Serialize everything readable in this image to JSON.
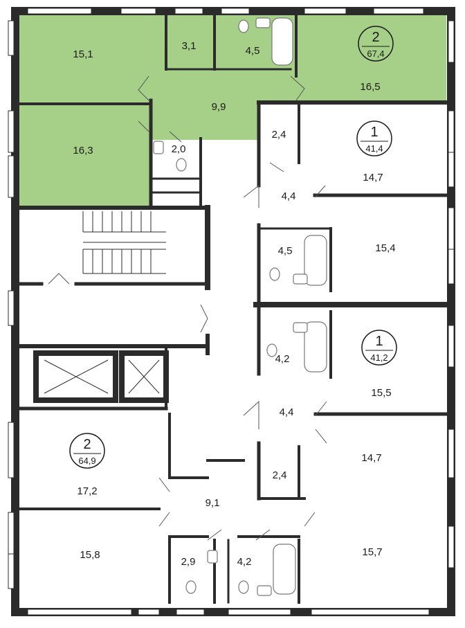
{
  "colors": {
    "wall": "#2b2b2b",
    "highlight": "#a6cf87",
    "window": "#ffffff",
    "fixture": "#ffffff"
  },
  "apartments": [
    {
      "id": "apt-top-left",
      "rooms": "2",
      "area": "67,4",
      "highlighted": true
    },
    {
      "id": "apt-right-upper",
      "rooms": "1",
      "area": "41,4",
      "highlighted": false
    },
    {
      "id": "apt-right-lower",
      "rooms": "1",
      "area": "41,2",
      "highlighted": false
    },
    {
      "id": "apt-bottom-left",
      "rooms": "2",
      "area": "64,9",
      "highlighted": false
    }
  ],
  "rooms": [
    {
      "name": "room-15-1",
      "area": "15,1"
    },
    {
      "name": "room-3-1",
      "area": "3,1"
    },
    {
      "name": "room-4-5-top",
      "area": "4,5"
    },
    {
      "name": "room-16-5",
      "area": "16,5"
    },
    {
      "name": "room-9-9",
      "area": "9,9"
    },
    {
      "name": "room-16-3",
      "area": "16,3"
    },
    {
      "name": "room-2-0",
      "area": "2,0"
    },
    {
      "name": "room-2-4-top",
      "area": "2,4"
    },
    {
      "name": "room-14-7-top",
      "area": "14,7"
    },
    {
      "name": "room-4-4-top",
      "area": "4,4"
    },
    {
      "name": "room-4-5-mid",
      "area": "4,5"
    },
    {
      "name": "room-15-4",
      "area": "15,4"
    },
    {
      "name": "room-4-2-mid",
      "area": "4,2"
    },
    {
      "name": "room-15-5",
      "area": "15,5"
    },
    {
      "name": "room-4-4-bottom",
      "area": "4,4"
    },
    {
      "name": "room-14-7-bottom",
      "area": "14,7"
    },
    {
      "name": "room-2-4-bottom",
      "area": "2,4"
    },
    {
      "name": "room-17-2",
      "area": "17,2"
    },
    {
      "name": "room-9-1",
      "area": "9,1"
    },
    {
      "name": "room-15-8",
      "area": "15,8"
    },
    {
      "name": "room-2-9",
      "area": "2,9"
    },
    {
      "name": "room-4-2-bottom",
      "area": "4,2"
    },
    {
      "name": "room-15-7",
      "area": "15,7"
    }
  ]
}
